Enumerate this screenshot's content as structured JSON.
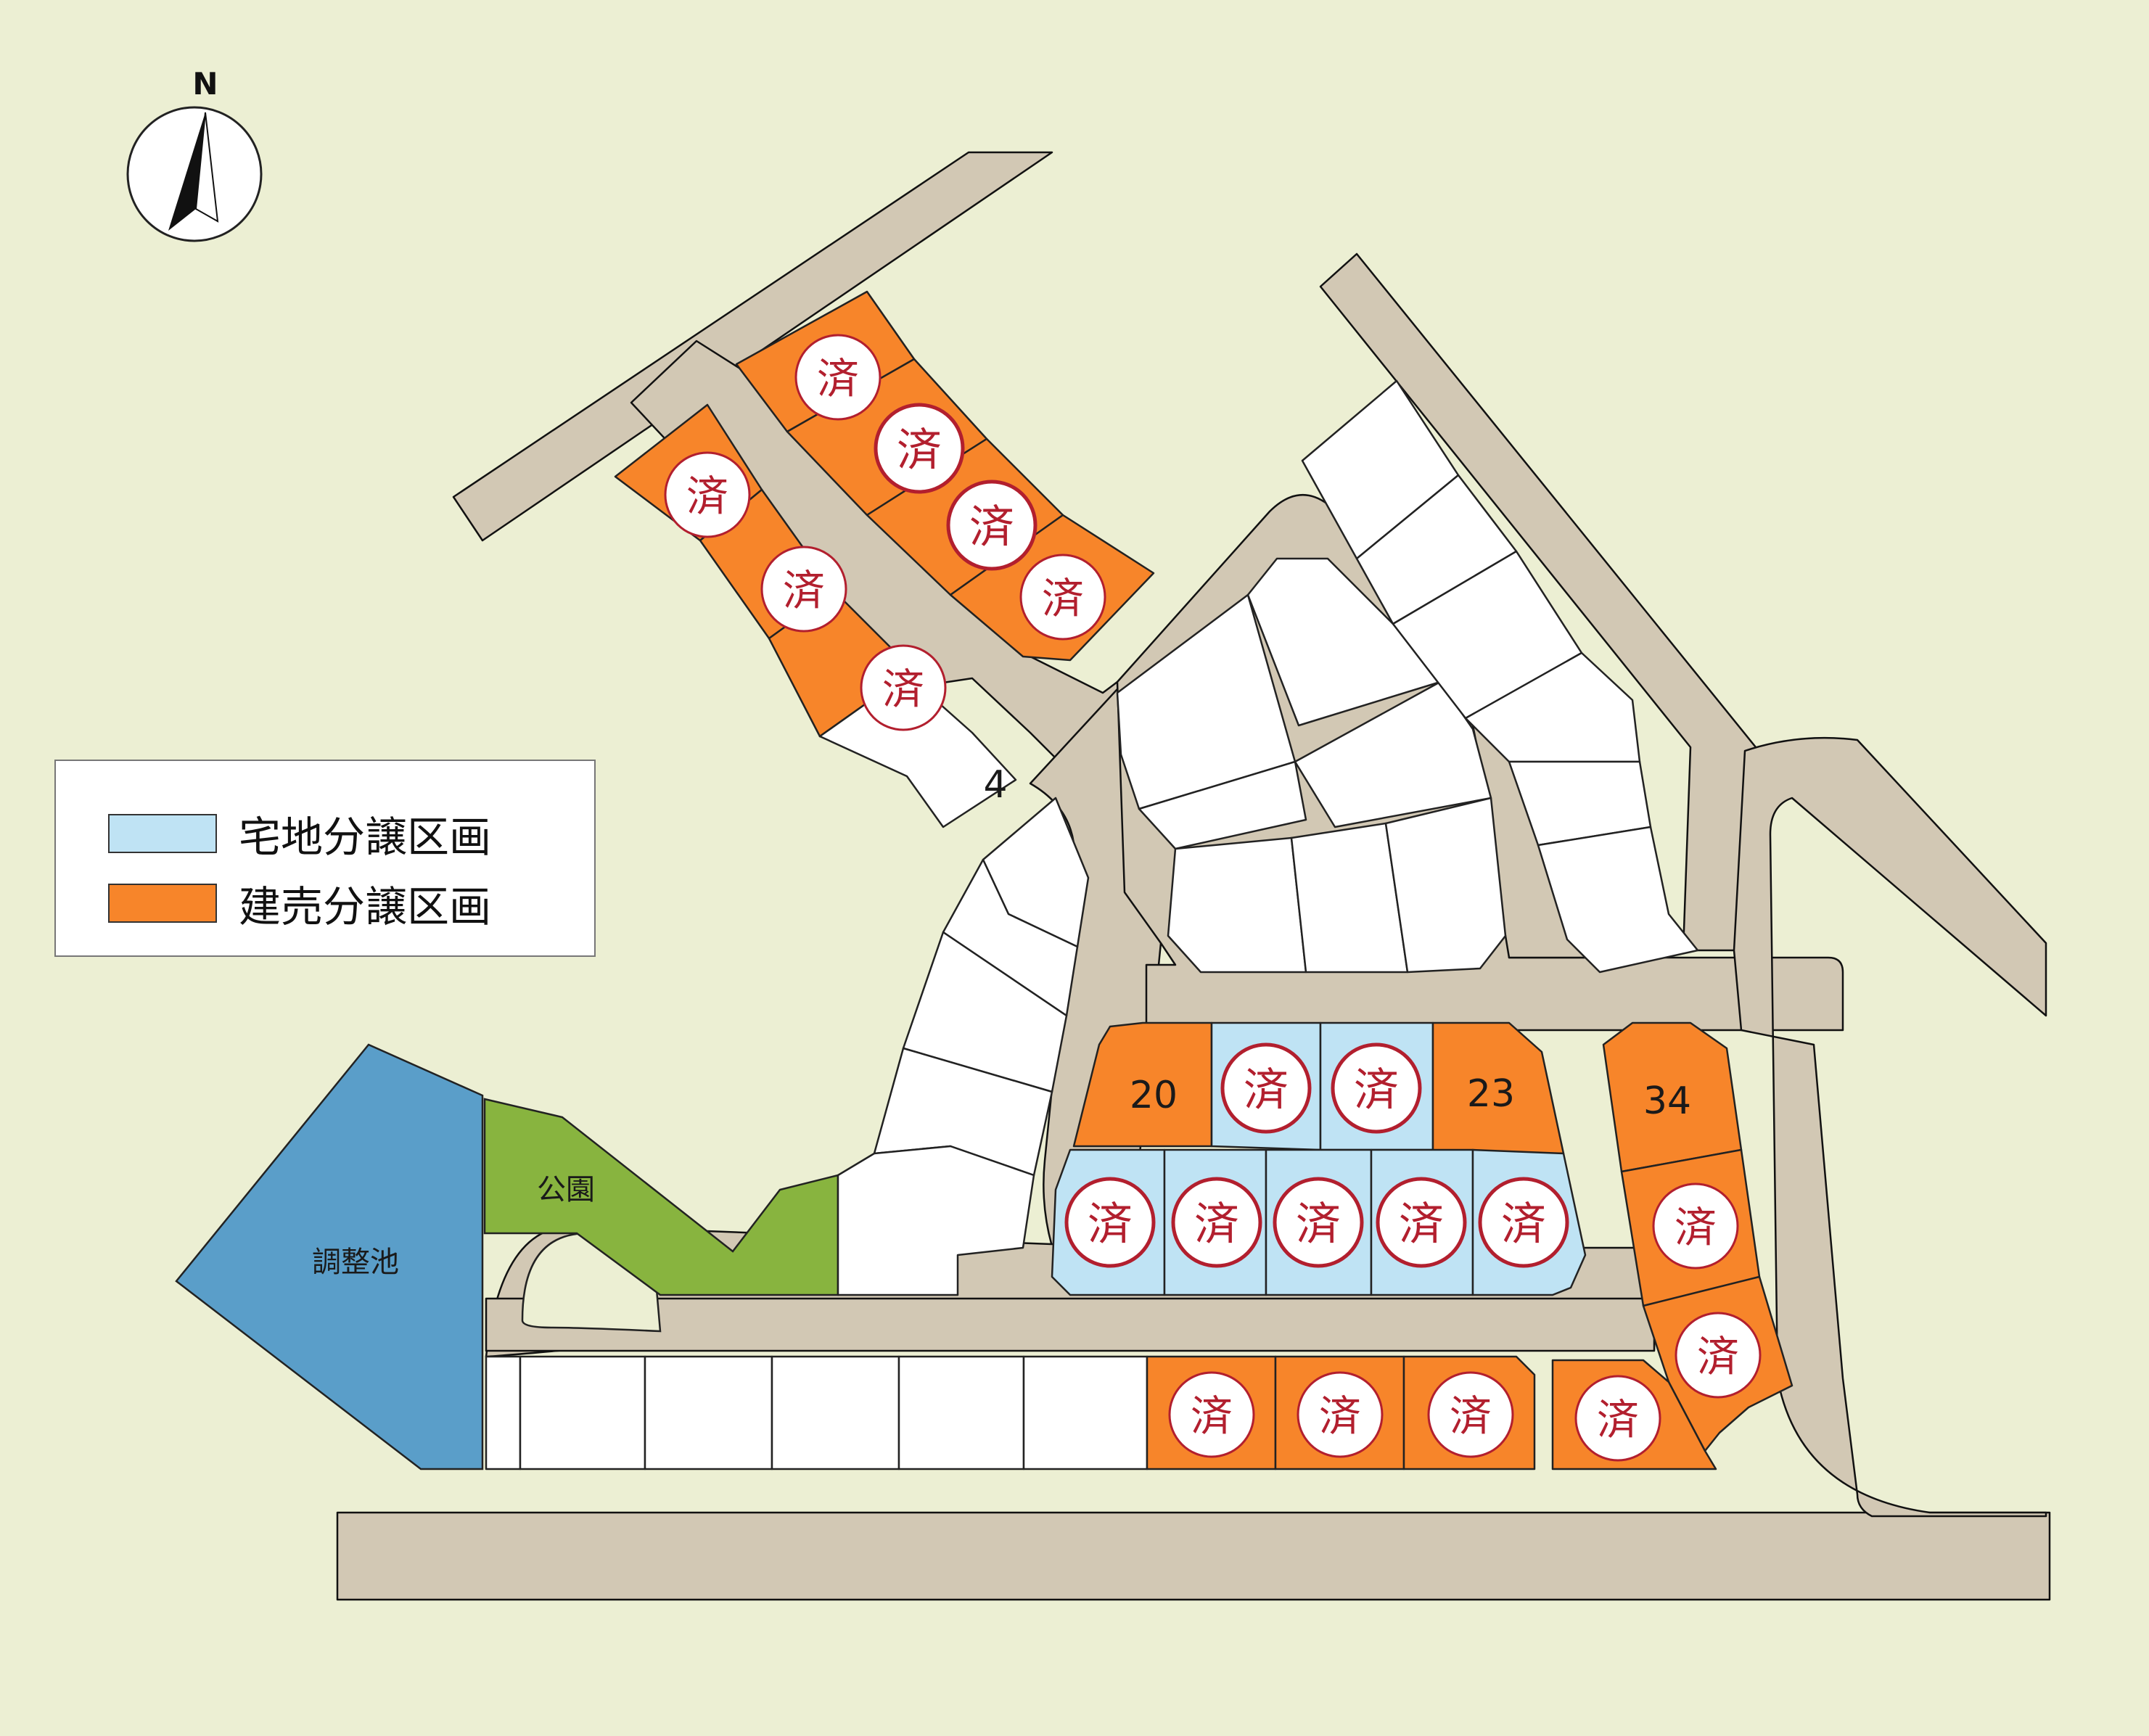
{
  "compass": {
    "label": "N"
  },
  "legend": {
    "items": [
      {
        "label": "宅地分譲区画",
        "color": "#bfe3f4"
      },
      {
        "label": "建売分譲区画",
        "color": "#f7852a"
      }
    ]
  },
  "areas": {
    "pond_label": "調整池",
    "park_label": "公園"
  },
  "lots": {
    "sold_mark": "済",
    "numbered": [
      "4",
      "20",
      "23",
      "34"
    ]
  }
}
